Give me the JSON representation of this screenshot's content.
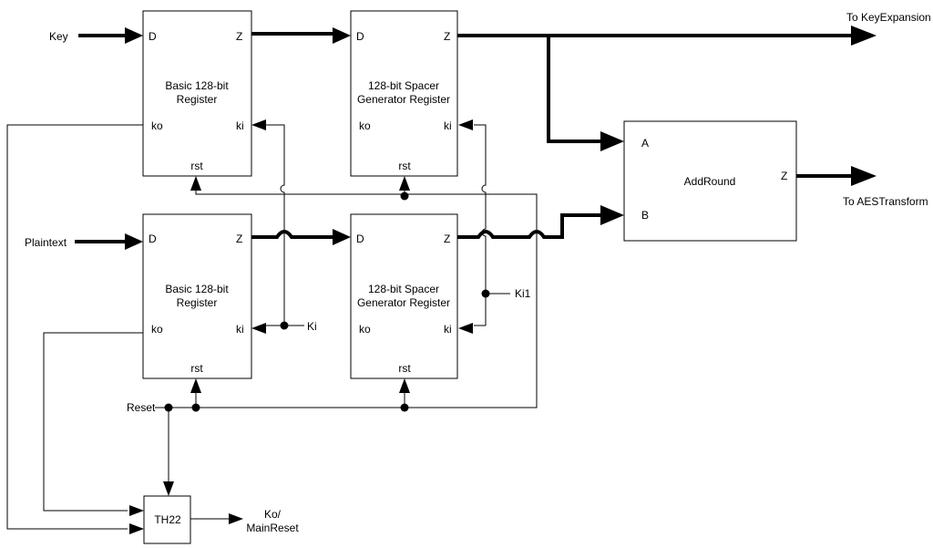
{
  "blocks": {
    "basic_key": {
      "title1": "Basic 128-bit",
      "title2": "Register",
      "d": "D",
      "z": "Z",
      "ko": "ko",
      "ki": "ki",
      "rst": "rst"
    },
    "spacer_key": {
      "title1": "128-bit Spacer",
      "title2": "Generator Register",
      "d": "D",
      "z": "Z",
      "ko": "ko",
      "ki": "ki",
      "rst": "rst"
    },
    "basic_pt": {
      "title1": "Basic 128-bit",
      "title2": "Register",
      "d": "D",
      "z": "Z",
      "ko": "ko",
      "ki": "ki",
      "rst": "rst"
    },
    "spacer_pt": {
      "title1": "128-bit Spacer",
      "title2": "Generator Register",
      "d": "D",
      "z": "Z",
      "ko": "ko",
      "ki": "ki",
      "rst": "rst"
    },
    "addround": {
      "title": "AddRound",
      "a": "A",
      "b": "B",
      "z": "Z"
    },
    "th22": {
      "title": "TH22"
    }
  },
  "signals": {
    "key": "Key",
    "plaintext": "Plaintext",
    "reset": "Reset",
    "ki": "Ki",
    "ki1": "Ki1",
    "to_key_expansion": "To KeyExpansion",
    "to_aes_transform": "To AESTransform",
    "ko_main_reset_1": "Ko/",
    "ko_main_reset_2": "MainReset"
  }
}
